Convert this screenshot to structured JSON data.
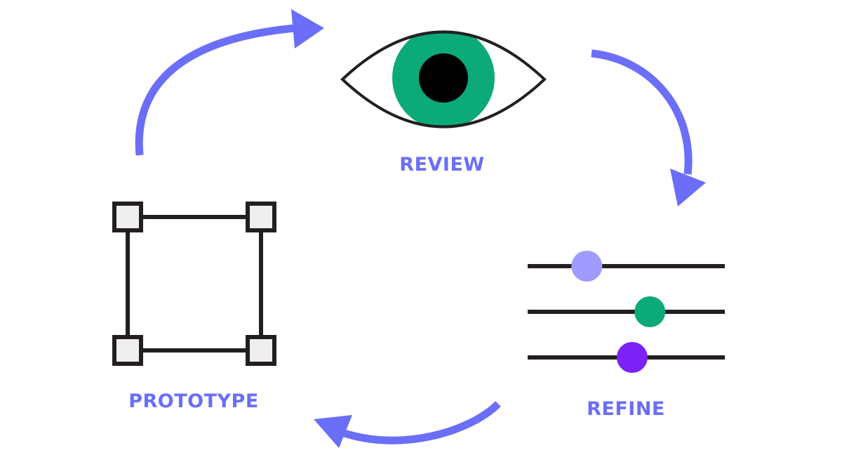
{
  "labels": {
    "review": "REVIEW",
    "prototype": "PROTOTYPE",
    "refine": "REFINE"
  },
  "colors": {
    "accent": "#6b6ef8",
    "stroke": "#231f20",
    "iris": "#0caa78",
    "pupil": "#000000",
    "corner_fill": "#efefef",
    "knob_top": "#a09cff",
    "knob_middle": "#0caa78",
    "knob_bottom": "#7d22f6"
  },
  "icons": {
    "review": "eye-icon",
    "prototype": "frame-corners-icon",
    "refine": "sliders-icon",
    "cycle": "cycle-arrows"
  },
  "sliders": [
    {
      "level": 0.3
    },
    {
      "level": 0.62
    },
    {
      "level": 0.53
    }
  ]
}
